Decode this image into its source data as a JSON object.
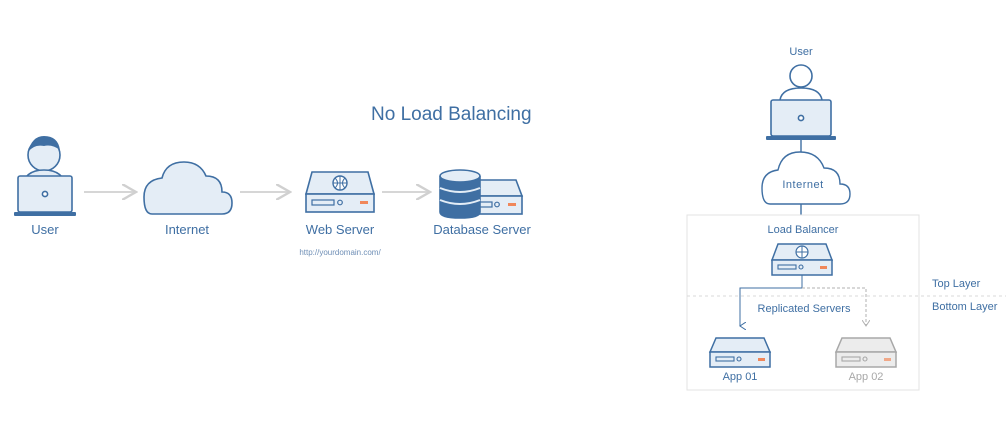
{
  "left_diagram": {
    "title": "No Load Balancing",
    "nodes": {
      "user": "User",
      "internet": "Internet",
      "web_server": "Web Server",
      "database_server": "Database Server"
    },
    "web_server_url": "http://yourdomain.com/"
  },
  "right_diagram": {
    "user": "User",
    "internet": "Internet",
    "load_balancer": "Load Balancer",
    "replicated_servers": "Replicated Servers",
    "app_01": "App 01",
    "app_02": "App 02",
    "top_layer": "Top Layer",
    "bottom_layer": "Bottom Layer"
  },
  "colors": {
    "primary": "#3f6fa3",
    "fill": "#e4edf6",
    "muted": "#a8a8a8",
    "accent": "#f0875a",
    "arrow": "#d6d6d6"
  }
}
